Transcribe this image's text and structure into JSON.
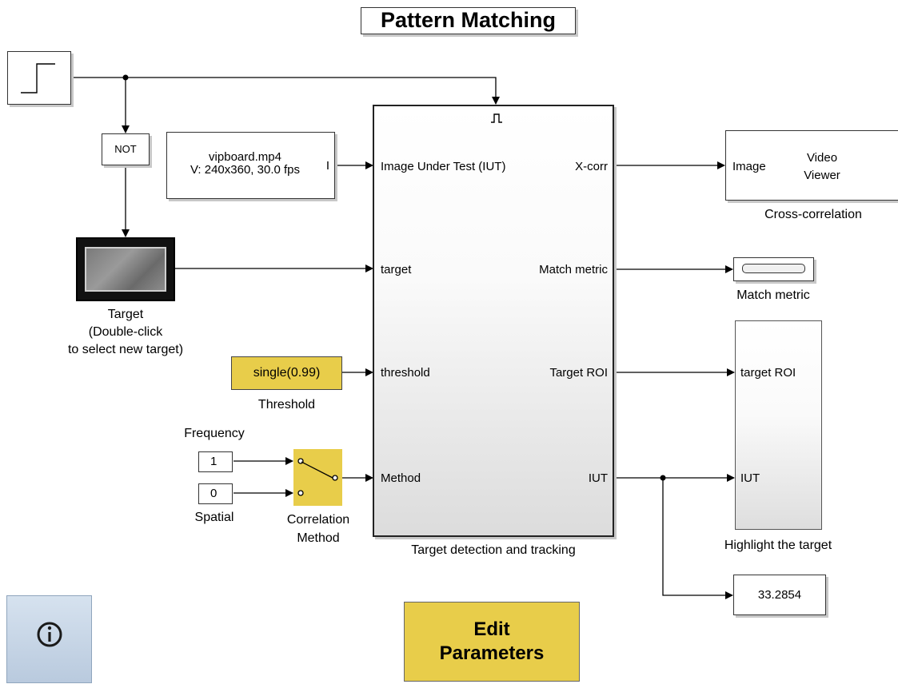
{
  "title": "Pattern Matching",
  "step_block": {
    "name": "step-source"
  },
  "not_block": {
    "label": "NOT"
  },
  "video_source": {
    "line1": "vipboard.mp4",
    "line2": "V: 240x360, 30.0 fps",
    "port": "I"
  },
  "target_image": {
    "caption_line1": "Target",
    "caption_line2": "(Double-click",
    "caption_line3": "to select new target)"
  },
  "threshold": {
    "value": "single(0.99)",
    "caption": "Threshold"
  },
  "frequency": {
    "caption": "Frequency",
    "value": "1"
  },
  "spatial": {
    "caption": "Spatial",
    "value": "0"
  },
  "switch": {
    "caption_line1": "Correlation",
    "caption_line2": "Method"
  },
  "subsystem": {
    "caption": "Target detection and tracking",
    "inputs": [
      "Image Under Test (IUT)",
      "target",
      "threshold",
      "Method"
    ],
    "outputs": [
      "X-corr",
      "Match metric",
      "Target ROI",
      "IUT"
    ]
  },
  "video_viewer": {
    "port": "Image",
    "line1": "Video",
    "line2": "Viewer",
    "caption": "Cross-correlation"
  },
  "match_metric": {
    "caption": "Match metric"
  },
  "highlight": {
    "port1": "target ROI",
    "port2": "IUT",
    "caption": "Highlight the target"
  },
  "display": {
    "value": "33.2854"
  },
  "edit_button": {
    "line1": "Edit",
    "line2": "Parameters"
  },
  "info_button": {
    "icon": "info-icon"
  },
  "colors": {
    "yellow": "#e8cd4a",
    "line": "#000000"
  }
}
